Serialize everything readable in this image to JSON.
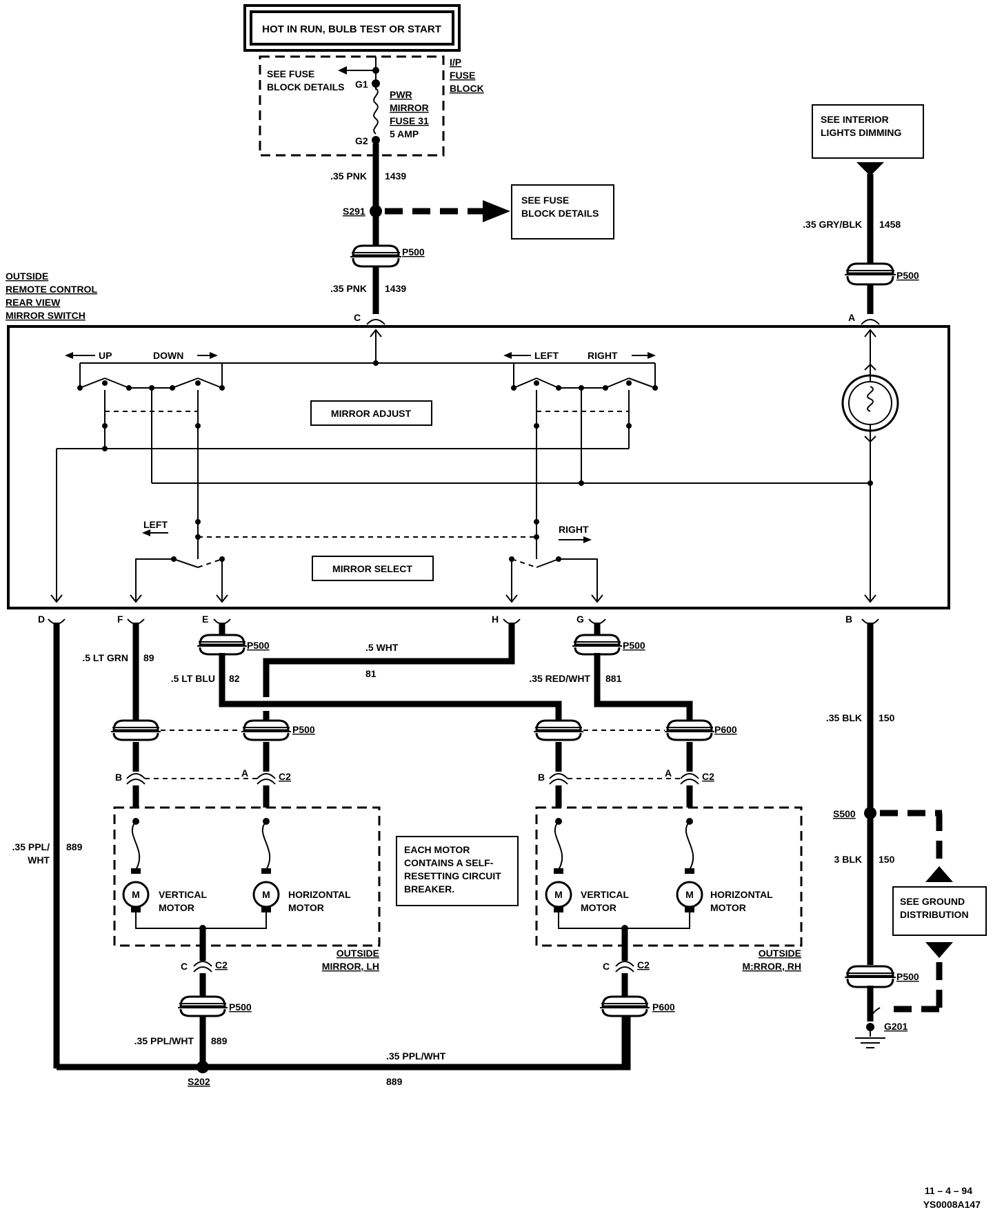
{
  "header": {
    "power_source": "HOT IN RUN, BULB TEST OR START"
  },
  "fuse_block": {
    "see_details": "SEE FUSE",
    "see_details_2": "BLOCK DETAILS",
    "side_label": [
      "I/P",
      "FUSE",
      "BLOCK"
    ],
    "fuse_label": [
      "PWR",
      "MIRROR",
      "FUSE 31",
      "5 AMP"
    ],
    "g1": "G1",
    "g2": "G2"
  },
  "notes": {
    "fuse_details": [
      "SEE FUSE",
      "BLOCK DETAILS"
    ],
    "interior_dimming": [
      "SEE INTERIOR",
      "LIGHTS DIMMING"
    ],
    "ground_distribution": [
      "SEE GROUND",
      "DISTRIBUTION"
    ],
    "motor_breaker": [
      "EACH MOTOR",
      "CONTAINS A SELF-",
      "RESETTING CIRCUIT",
      "BREAKER."
    ]
  },
  "switch": {
    "name": [
      "OUTSIDE",
      "REMOTE CONTROL",
      "REAR VIEW",
      "MIRROR SWITCH"
    ],
    "mirror_adjust": "MIRROR ADJUST",
    "mirror_select": "MIRROR SELECT",
    "up": "UP",
    "down": "DOWN",
    "left": "LEFT",
    "right": "RIGHT",
    "select_left": "LEFT",
    "select_right": "RIGHT",
    "pins": {
      "c": "C",
      "a": "A",
      "d": "D",
      "f": "F",
      "e": "E",
      "h": "H",
      "g": "G",
      "b": "B"
    }
  },
  "wires": {
    "w1439_top": {
      "gauge": ".35 PNK",
      "circuit": "1439"
    },
    "w1439_bot": {
      "gauge": ".35  PNK",
      "circuit": "1439"
    },
    "w1458": {
      "gauge": ".35 GRY/BLK",
      "circuit": "1458"
    },
    "w89": {
      "gauge": ".5 LT GRN",
      "circuit": "89"
    },
    "w82": {
      "gauge": ".5 LT BLU",
      "circuit": "82"
    },
    "w81": {
      "gauge": ".5 WHT",
      "circuit": "81"
    },
    "w881": {
      "gauge": ".35 RED/WHT",
      "circuit": "881"
    },
    "w150a": {
      "gauge": ".35 BLK",
      "circuit": "150"
    },
    "w150b": {
      "gauge": "3 BLK",
      "circuit": "150"
    },
    "w889_left": {
      "gauge": ".35 PPL/",
      "gauge2": "WHT",
      "circuit": "889"
    },
    "w889_mid": {
      "gauge": ".35 PPL/WHT",
      "circuit": "889"
    },
    "w889_bot": {
      "gauge": ".35 PPL/WHT",
      "circuit": "889"
    }
  },
  "connectors": {
    "s291": "S291",
    "p500": "P500",
    "p600": "P600",
    "c2": "C2",
    "s500": "S500",
    "s202": "S202",
    "g201": "G201",
    "pin_a": "A",
    "pin_b": "B",
    "pin_c": "C"
  },
  "motors": {
    "m": "M",
    "vertical": [
      "VERTICAL",
      "MOTOR"
    ],
    "horizontal": [
      "HORIZONTAL",
      "MOTOR"
    ],
    "lh": [
      "OUTSIDE",
      "MIRROR, LH"
    ],
    "rh": [
      "OUTSIDE",
      "M:RROR, RH"
    ]
  },
  "footer": {
    "date": "11 – 4 – 94",
    "code": "YS0008A147"
  }
}
